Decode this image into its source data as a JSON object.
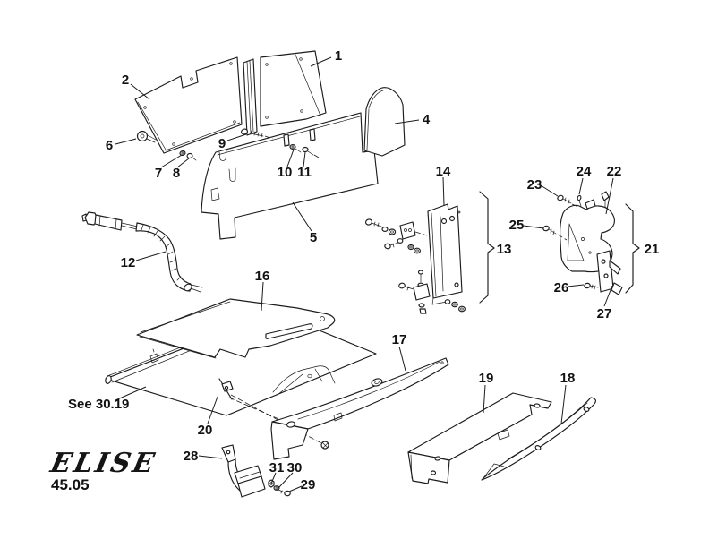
{
  "diagram": {
    "logo": "ELISE",
    "page_number": "45.05",
    "reference_note": "See 30.19"
  },
  "callouts": [
    {
      "number": "1"
    },
    {
      "number": "2"
    },
    {
      "number": "4"
    },
    {
      "number": "5"
    },
    {
      "number": "6"
    },
    {
      "number": "7"
    },
    {
      "number": "8"
    },
    {
      "number": "9"
    },
    {
      "number": "10"
    },
    {
      "number": "11"
    },
    {
      "number": "12"
    },
    {
      "number": "13"
    },
    {
      "number": "14"
    },
    {
      "number": "16"
    },
    {
      "number": "17"
    },
    {
      "number": "18"
    },
    {
      "number": "19"
    },
    {
      "number": "20"
    },
    {
      "number": "21"
    },
    {
      "number": "22"
    },
    {
      "number": "23"
    },
    {
      "number": "24"
    },
    {
      "number": "25"
    },
    {
      "number": "26"
    },
    {
      "number": "27"
    },
    {
      "number": "28"
    },
    {
      "number": "29"
    },
    {
      "number": "30"
    },
    {
      "number": "31"
    }
  ],
  "colors": {
    "ink": "#1c1c1c",
    "paper": "#ffffff"
  }
}
